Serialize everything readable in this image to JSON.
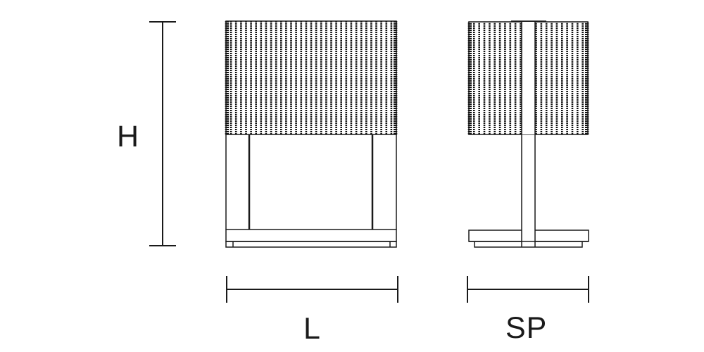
{
  "diagram": {
    "type": "technical-dimension-drawing",
    "subject": "table lamp with pleated cylindrical shade",
    "views": [
      {
        "name": "front view",
        "dimension_label": "L"
      },
      {
        "name": "side view",
        "dimension_label": "SP"
      }
    ],
    "dimensions": {
      "height_label": "H",
      "length_label": "L",
      "depth_label": "SP"
    },
    "colors": {
      "line": "#1a1a1a",
      "background": "#ffffff"
    }
  }
}
